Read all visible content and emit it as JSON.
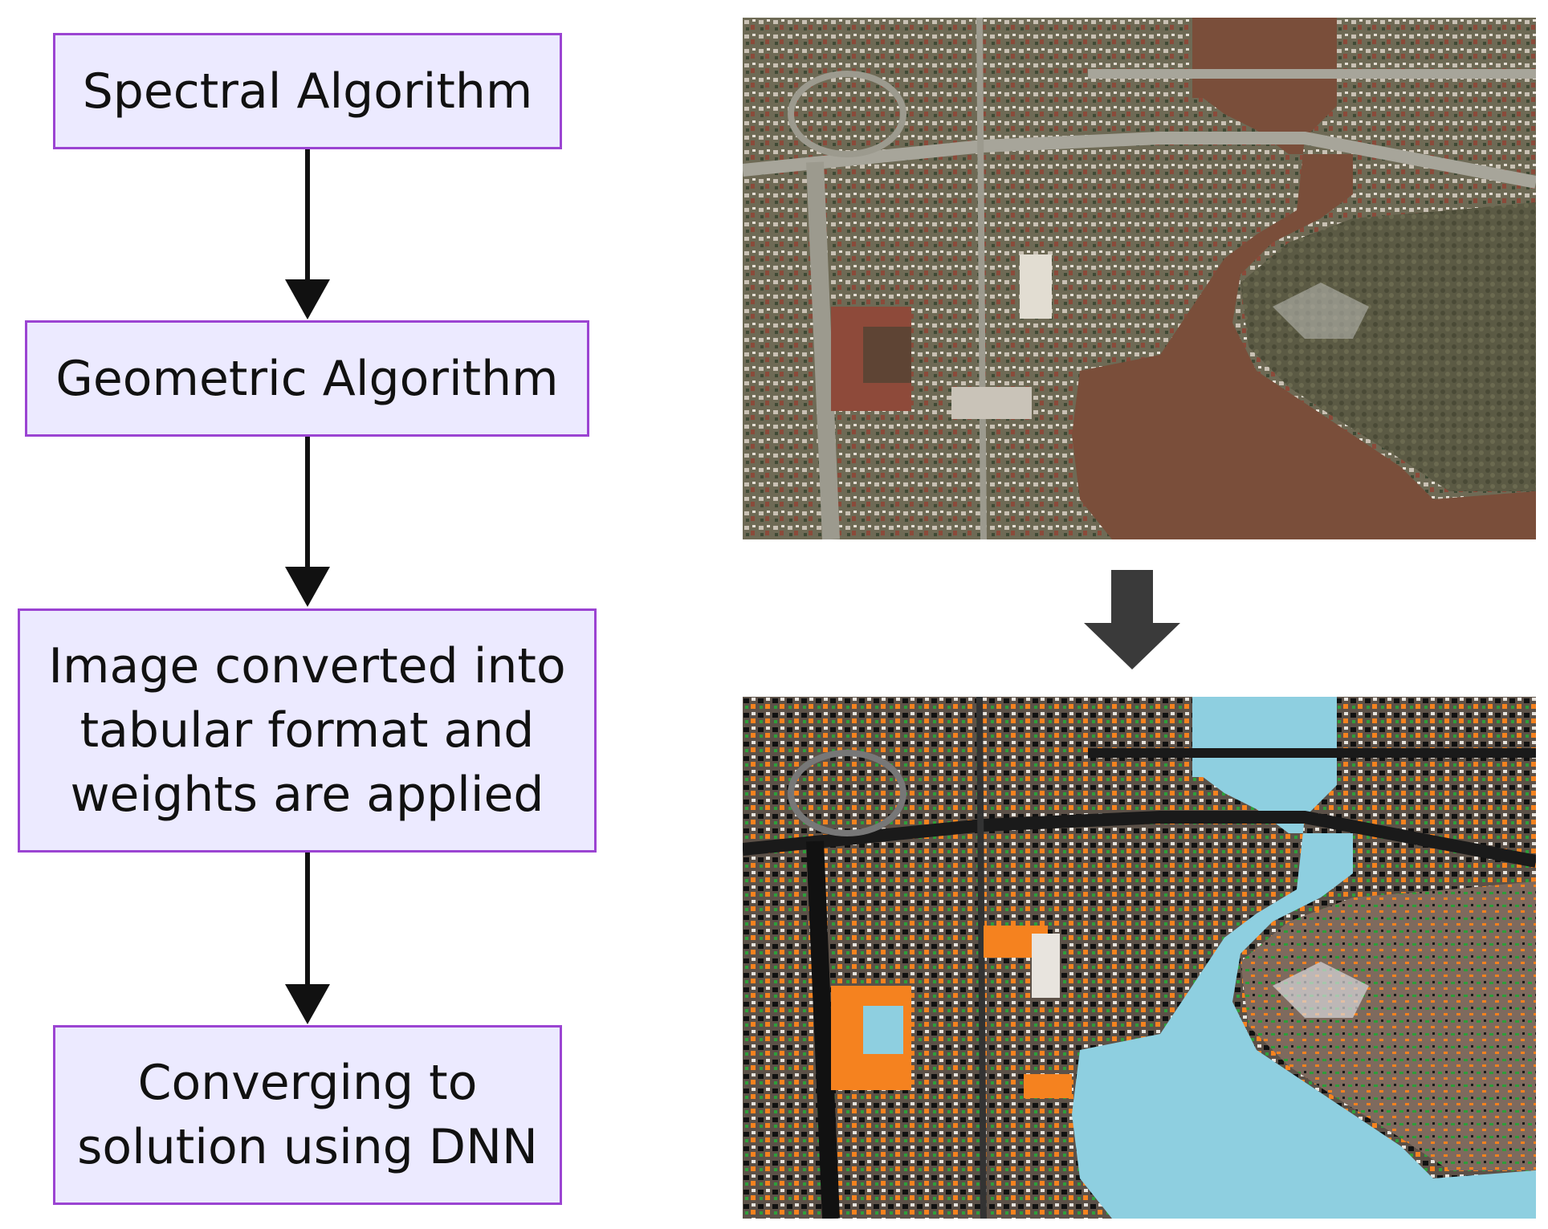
{
  "flowchart": {
    "steps": [
      {
        "label": "Spectral Algorithm"
      },
      {
        "label": "Geometric Algorithm"
      },
      {
        "lines": [
          "Image converted into",
          "tabular format and",
          "weights are applied"
        ]
      },
      {
        "lines": [
          "Converging to",
          "solution using DNN"
        ]
      }
    ]
  },
  "colors": {
    "box_fill": "#ECEAFF",
    "box_border": "#9B44D2",
    "arrow": "#111111",
    "big_arrow": "#3A3A3A",
    "water_raw": "#7A4E3A",
    "water_classified": "#8ECFE0",
    "urban_classified": "#F5821F",
    "vegetation_classified": "#2E9E3A"
  },
  "icons": {
    "transform_arrow": "down-arrow-icon"
  }
}
